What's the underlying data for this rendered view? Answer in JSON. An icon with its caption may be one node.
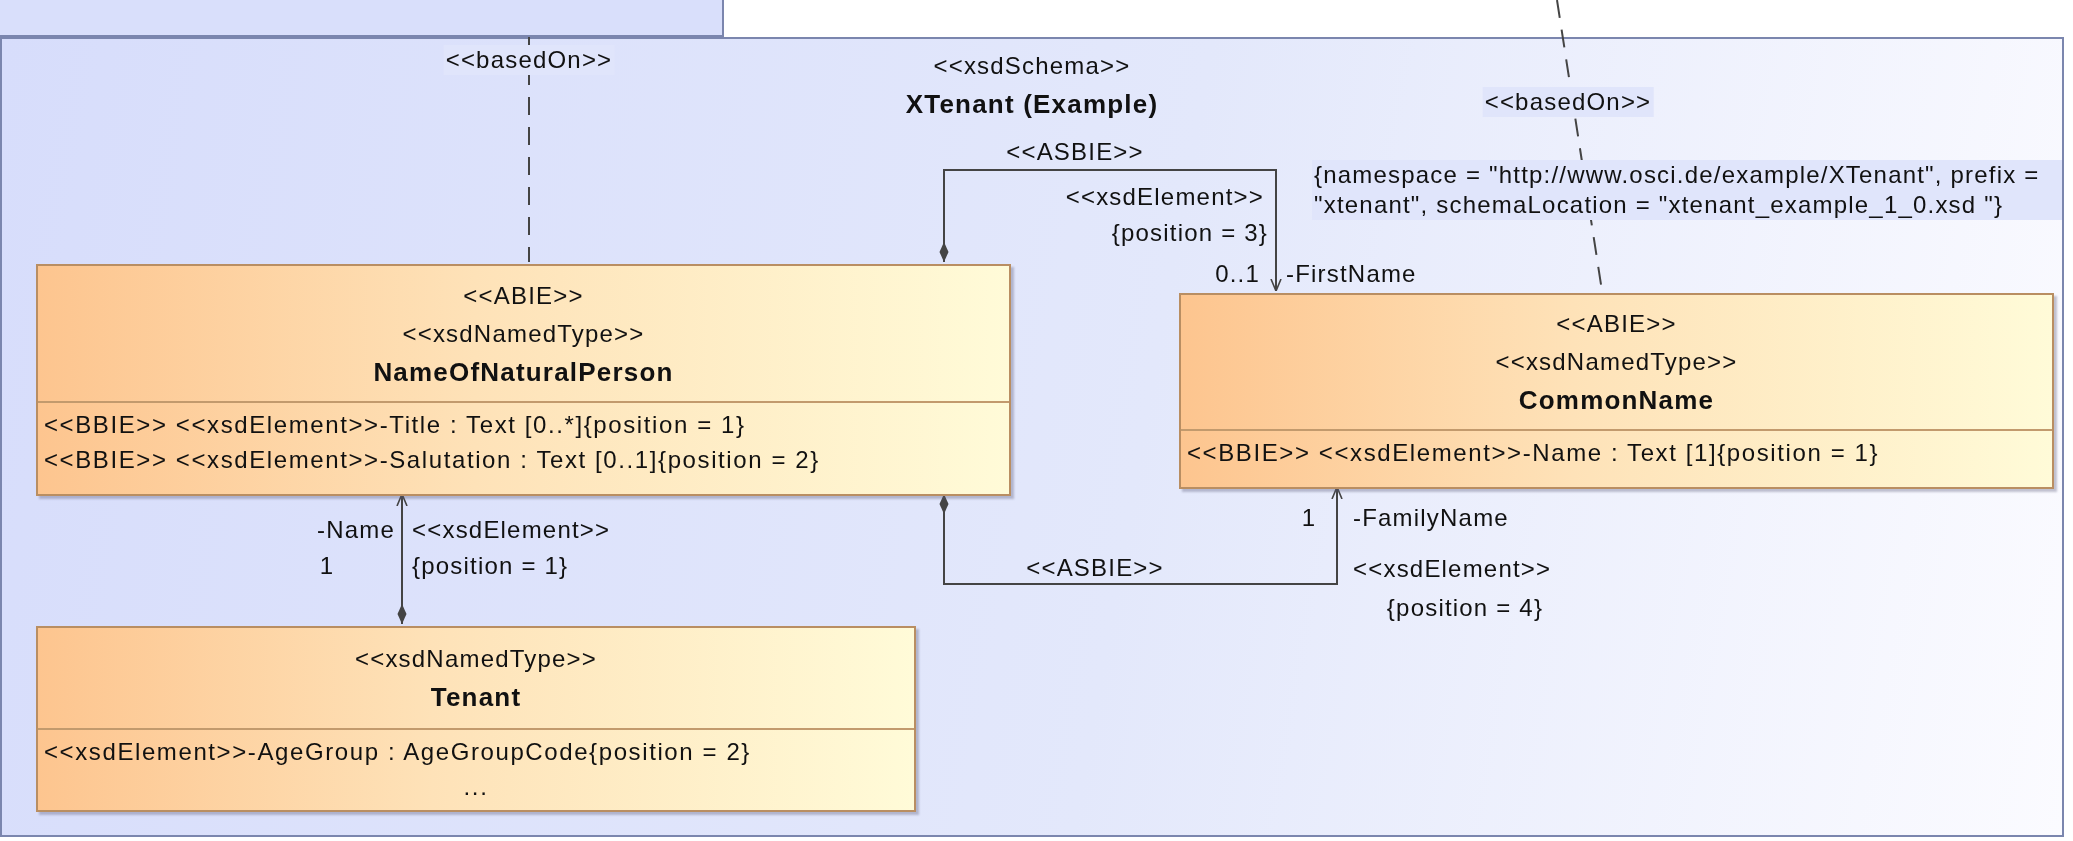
{
  "diagram": {
    "nodes": [
      {
        "text": [],
        "shape": "box"
      },
      {
        "text": [
          "<<xsdSchema>>",
          "XTenant (Example)"
        ]
      },
      {
        "text": [
          "<<ABIE>>",
          "<<xsdNamedType>>",
          "NameOfNaturalPerson",
          "<<BBIE>> <<xsdElement>>-Title : Text [0..*]{position = 1}",
          "<<BBIE>> <<xsdElement>>-Salutation : Text [0..1]{position = 2}"
        ],
        "in": 1
      },
      {
        "text": [
          "<<ABIE>>",
          "<<xsdNamedType>>",
          "CommonName",
          "<<BBIE>> <<xsdElement>>-Name : Text [1]{position = 1}"
        ],
        "in": 1
      },
      {
        "text": [
          "<<xsdNamedType>>",
          "Tenant",
          "<<xsdElement>>-AgeGroup : AgeGroupCode{position = 2}",
          "..."
        ],
        "in": 1
      }
    ],
    "edges": [
      {
        "from": 0,
        "to": 2,
        "arrow": "none",
        "style": "dashed",
        "label": "<<basedOn>>"
      },
      {
        "from": null,
        "to": 3,
        "arrow": "none",
        "style": "dashed",
        "label": "<<basedOn>>"
      },
      {
        "from": 2,
        "to": 3,
        "arrow": "to",
        "label": "<<ASBIE>>"
      },
      {
        "from": 4,
        "to": 2,
        "arrow": "to"
      },
      {
        "from": 2,
        "to": 3,
        "arrow": "to",
        "label": "<<ASBIE>>"
      }
    ],
    "labels": [
      "<<xsdElement>>",
      "{position = 3}",
      "0..1",
      "-FirstName",
      "{namespace = \"http://www.osci.de/example/XTenant\", prefix = \"xtenant\", schemaLocation = \"xtenant_example_1_0.xsd \"}",
      "-Name",
      "1",
      "<<xsdElement>>",
      "{position = 1}",
      "1",
      "-FamilyName",
      "<<xsdElement>>",
      "{position = 4}"
    ]
  }
}
